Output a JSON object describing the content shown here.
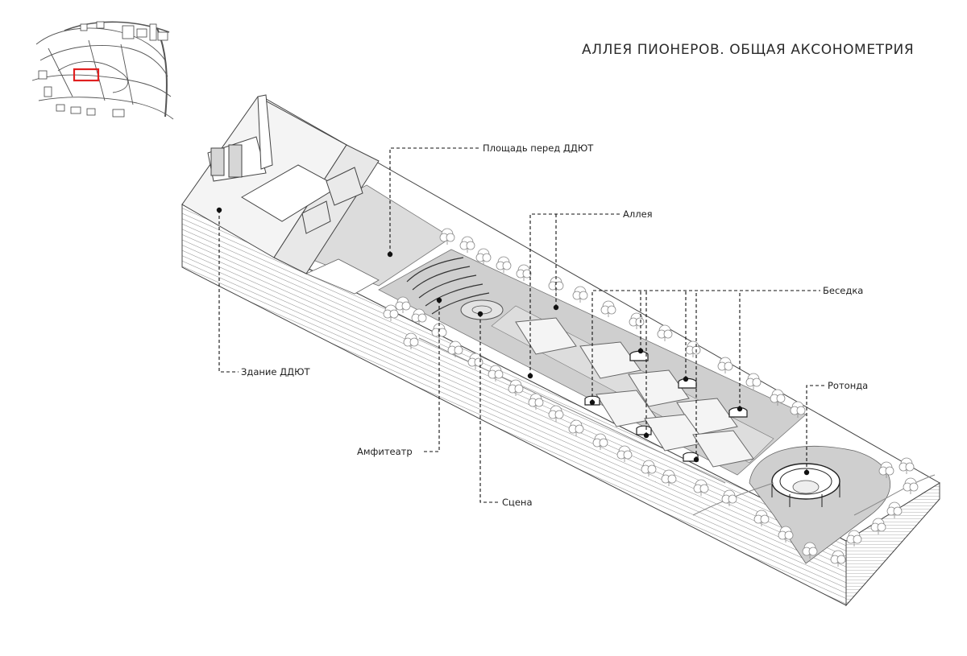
{
  "title": "АЛЛЕЯ ПИОНЕРОВ. ОБЩАЯ АКСОНОМЕТРИЯ",
  "labels": {
    "square": "Площадь перед ДДЮТ",
    "alley": "Аллея",
    "gazebo": "Беседка",
    "building": "Здание ДДЮТ",
    "rotunda": "Ротонда",
    "amphitheatre": "Амфитеатр",
    "stage": "Сцена"
  },
  "colors": {
    "ink": "#111111",
    "paving": "#c9c9c9",
    "paving_light": "#dedede",
    "mass": "#f2f2f2",
    "locator_highlight": "#e02020"
  }
}
